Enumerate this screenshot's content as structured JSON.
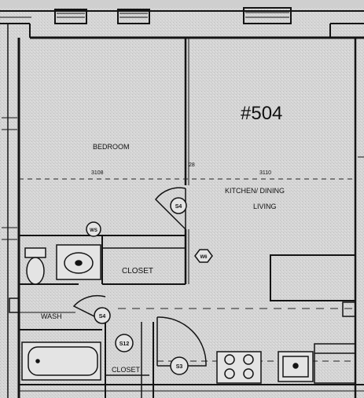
{
  "unit_number": "#504",
  "rooms": {
    "bedroom": "BEDROOM",
    "kitchen_line1": "KITCHEN/ DINING",
    "kitchen_line2": "LIVING",
    "closet_upper": "CLOSET",
    "wash": "WASH",
    "closet_lower": "CLOSET"
  },
  "dimensions": {
    "left": "3108",
    "mid": "28",
    "right": "3110"
  },
  "tags": {
    "door_bedroom": "S4",
    "door_wash": "S4",
    "door_bath": "S12",
    "door_entry": "S3",
    "window": "WS",
    "callout": "W6"
  },
  "colors": {
    "wall": "#141414",
    "paper": "#d9d9d9",
    "line": "#222222"
  }
}
